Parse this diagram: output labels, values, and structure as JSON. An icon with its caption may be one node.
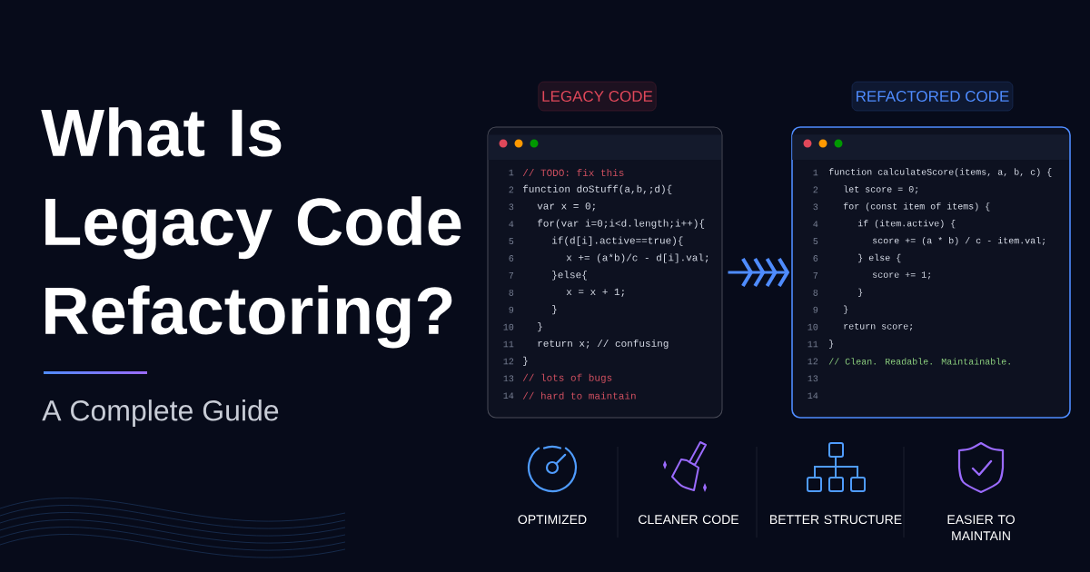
{
  "diagram": {
    "title": "What Is Legacy Code Refactoring?",
    "caption": "A Complete Guide",
    "nodes": [
      {
        "text": [
          "LEGACY CODE",
          "// TODO: fix this",
          "function doStuff(a,b,;d){",
          "var x = 0;",
          "for(var i=0;i<d.length;i++){",
          "if(d[i].active==true){",
          "x += (a*b)/c - d[i].val;",
          "}else{",
          "x = x + 1;",
          "}",
          "}",
          "return x; // confusing",
          "}",
          "// lots of bugs",
          "// hard to maintain"
        ]
      },
      {
        "text": [
          "REFACTORED CODE",
          "function calculateScore(items, a, b, c) {",
          "let score = 0;",
          "for (const item of items) {",
          "if (item.active) {",
          "score += (a * b) / c - item.val;",
          "} else {",
          "score += 1;",
          "}",
          "}",
          "return score;",
          "}",
          "// Clean. Readable. Maintainable."
        ]
      }
    ],
    "edges": [
      {
        "from": 0,
        "to": 1,
        "arrow": "to"
      }
    ],
    "labels": [
      "1",
      "2",
      "3",
      "4",
      "5",
      "6",
      "7",
      "8",
      "9",
      "10",
      "11",
      "12",
      "13",
      "14",
      "1",
      "2",
      "3",
      "4",
      "5",
      "6",
      "7",
      "8",
      "9",
      "10",
      "11",
      "12",
      "13",
      "14",
      "OPTIMIZED",
      "CLEANER CODE",
      "BETTER STRUCTURE",
      "EASIER TO MAINTAIN"
    ]
  }
}
